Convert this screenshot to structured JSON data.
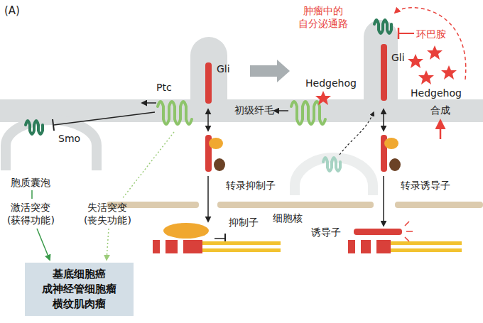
{
  "diagram": {
    "nodes": [
      {
        "text": [
          "基底细胞癌 成神经管细胞瘤 横纹肌肉瘤"
        ]
      }
    ],
    "labels": [
      "(A)",
      "肿瘤中的 自分泌通路",
      "环巴胺",
      "Gli",
      "Gli",
      "Ptc",
      "Hedgehog",
      "初级纤毛",
      "Hedgehog",
      "Smo",
      "合成",
      "胞质囊泡",
      "转录抑制子",
      "转录诱导子",
      "激活突变 (获得功能)",
      "失活突变 (丧失功能)",
      "细胞核",
      "抑制子",
      "诱导子"
    ]
  }
}
